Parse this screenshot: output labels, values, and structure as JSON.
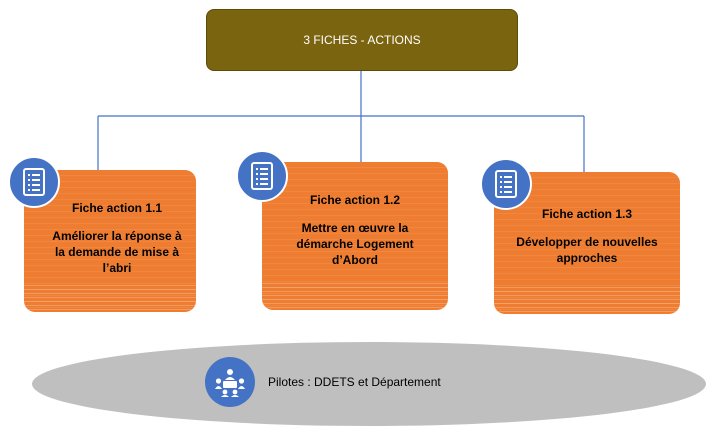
{
  "colors": {
    "top_box": "#7b6410",
    "card": "#ef7d31",
    "badge": "#4472c4",
    "connector": "#4472c4",
    "footer": "#bfbfbf"
  },
  "header": {
    "title": "3 FICHES - ACTIONS"
  },
  "cards": [
    {
      "icon": "document-list-icon",
      "title": "Fiche action 1.1",
      "description": "Améliorer la réponse à la demande de mise à l’abri"
    },
    {
      "icon": "document-list-icon",
      "title": "Fiche action 1.2",
      "description": "Mettre en œuvre la démarche Logement d’Abord"
    },
    {
      "icon": "document-list-icon",
      "title": "Fiche action 1.3",
      "description": "Développer de nouvelles approches"
    }
  ],
  "footer": {
    "icon": "people-meeting-icon",
    "text": "Pilotes : DDETS et Département"
  }
}
